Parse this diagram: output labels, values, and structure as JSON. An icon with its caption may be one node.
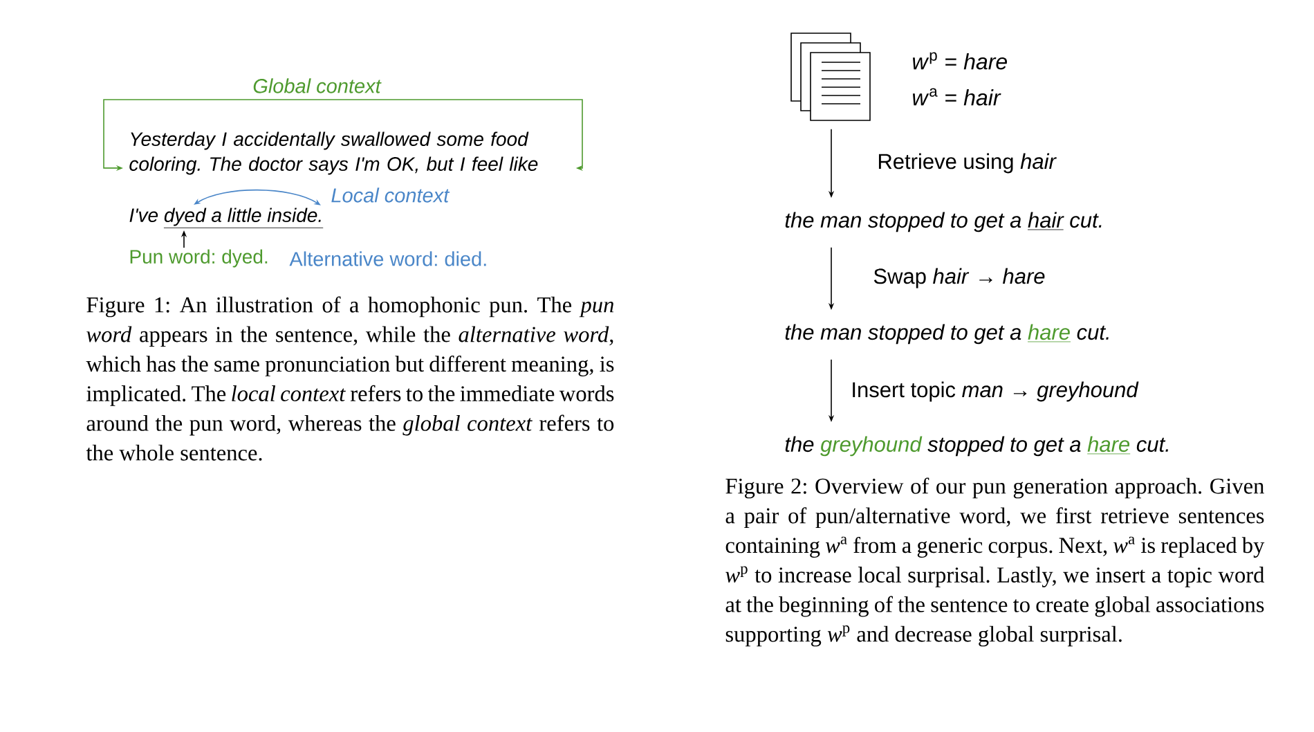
{
  "diagram": {
    "nodes": [
      {
        "text": [
          "Yesterday I accidentally swallowed some food coloring. The doctor says I'm OK, but I feel like"
        ]
      },
      {
        "text": [
          "I've",
          "dyed a little inside."
        ]
      },
      {
        "text": [
          "Pun word: dyed."
        ]
      },
      {
        "text": [],
        "shape": "picture",
        "beside": [
          "*w*$^{p}$ = *hare*",
          "*w*$^{a}$ = *hair*"
        ]
      },
      {
        "text": [
          "the man stopped to get a",
          "hair",
          "cut."
        ]
      },
      {
        "text": [
          "the man stopped to get a",
          "hare",
          "cut."
        ]
      },
      {
        "text": [
          "the",
          "greyhound",
          "stopped to get a",
          "hare",
          "cut."
        ]
      }
    ],
    "edges": [
      {
        "from": 0,
        "to": 0,
        "arrow": "both",
        "label": "Global context",
        "color": "#4e9a2e"
      },
      {
        "from": 0,
        "to": 1,
        "arrow": "both",
        "label": "Local context",
        "color": "#4a86c8"
      },
      {
        "from": 2,
        "to": 1,
        "arrow": "to"
      },
      {
        "from": 3,
        "to": 4,
        "arrow": "to",
        "label": "Retrieve using *hair*"
      },
      {
        "from": 4,
        "to": 5,
        "arrow": "to",
        "label": "Swap *hair* → *hare*"
      },
      {
        "from": 5,
        "to": 6,
        "arrow": "to",
        "label": "Insert topic *man* → *greyhound*"
      }
    ],
    "labels": [
      "Alternative word: died.",
      "Figure 1: An illustration of a homophonic pun. The *pun word* appears in the sentence, while the *alternative word*, which has the same pronunciation but different meaning, is implicated. The *local context* refers to the immediate words around the pun word, whereas the *global context* refers to the whole sentence.",
      "Figure 2: Overview of our pun generation approach. Given a pair of pun/alternative word, we first retrieve sentences containing *w*$^{a}$ from a generic corpus. Next, *w*$^{a}$ is replaced by *w*$^{p}$ to increase local surprisal. Lastly, we insert a topic word at the beginning of the sentence to create global associations supporting *w*$^{p}$ and decrease global surprisal."
    ]
  }
}
